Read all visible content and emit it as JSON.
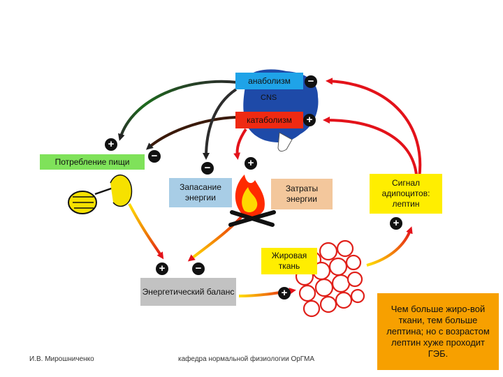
{
  "labels": {
    "anabolism": "анаболизм",
    "catabolism": "катаболизм",
    "cns": "CNS",
    "food_intake": "Потребление пищи",
    "energy_storage": "Запасание энергии",
    "energy_expenditure": "Затраты энергии",
    "adipocyte_signal": "Сигнал адипоцитов: лептин",
    "adipose_tissue": "Жировая ткань",
    "energy_balance": "Энергетический баланс",
    "note": "Чем больше жиро-вой ткани, тем больше лептина; но с возрастом лептин хуже проходит ГЭБ."
  },
  "footer": {
    "author": "И.В. Мирошниченко",
    "department": "кафедра нормальной физиологии ОрГМА"
  },
  "signs": {
    "anabolism": "−",
    "catabolism": "+",
    "food_plus": "+",
    "food_minus": "−",
    "storage_minus": "−",
    "expenditure_plus": "+",
    "signal_plus": "+",
    "balance_plus": "+",
    "balance_minus": "−",
    "fat_plus": "+"
  },
  "colors": {
    "anabolism_box": "#1fa3e8",
    "catabolism_box": "#ef2a12",
    "food_box": "#7fe25a",
    "storage_box": "#a8cde6",
    "expenditure_box": "#f3c79c",
    "signal_box": "#ffee00",
    "fat_box": "#ffee00",
    "balance_box": "#c2c2c2",
    "note_box": "#f7a000",
    "arrow_red": "#e3121a",
    "brain": "#1e4aa8",
    "fat_cells": "#e0201a"
  }
}
